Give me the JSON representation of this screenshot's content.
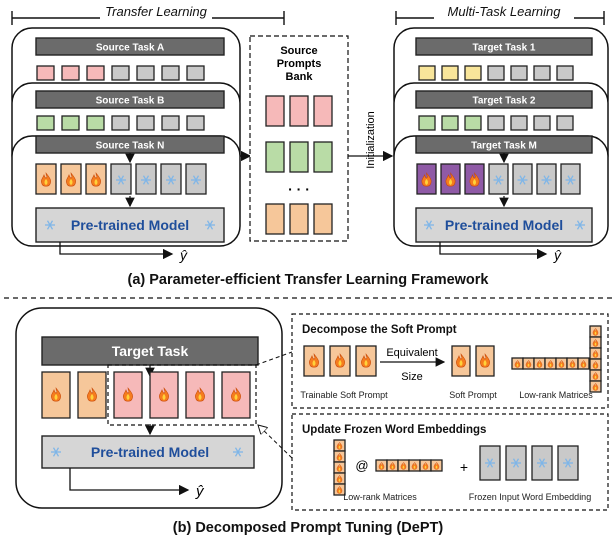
{
  "headers": {
    "left": "Transfer Learning",
    "right": "Multi-Task Learning"
  },
  "source_tasks": [
    "Source Task A",
    "Source Task B",
    "Source Task N"
  ],
  "target_tasks": [
    "Target Task 1",
    "Target Task 2",
    "Target Task M"
  ],
  "bank": {
    "line1": "Source",
    "line2": "Prompts",
    "line3": "Bank",
    "dots": "· · ·"
  },
  "init_label": "Initialization",
  "model_label": "Pre-trained Model",
  "y_hat": "ŷ",
  "caption_a": "(a) Parameter-efficient Transfer Learning Framework",
  "caption_b": "(b) Decomposed Prompt Tuning (DePT)",
  "bottom_left": {
    "task": "Target Task"
  },
  "decompose": {
    "title": "Decompose the Soft Prompt",
    "trainable": "Trainable Soft Prompt",
    "equivalent": "Equivalent",
    "size": "Size",
    "soft_prompt": "Soft Prompt",
    "low_rank": "Low-rank Matrices"
  },
  "update": {
    "title": "Update Frozen Word Embeddings",
    "at": "@",
    "plus": "+",
    "low_rank": "Low-rank Matrices",
    "frozen": "Frozen Input Word Embedding"
  },
  "colors": {
    "pink": "#f6b9b9",
    "green": "#b9dca6",
    "orange": "#f6c79a",
    "yellow": "#f8e59a",
    "purple": "#8f5aa6",
    "gray": "#c9c9c9",
    "modelgray": "#d6d6d6",
    "barDark": "#6b6b6b",
    "blue": "#1f4e9b"
  },
  "icons": [
    "fire-icon",
    "snowflake-icon"
  ]
}
